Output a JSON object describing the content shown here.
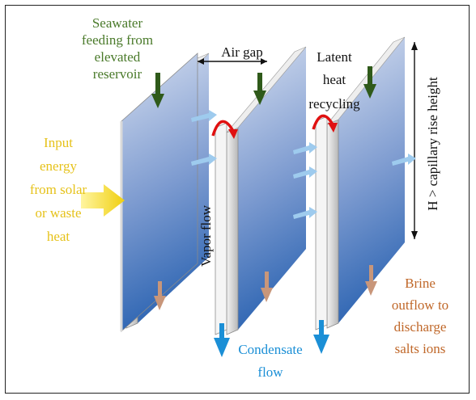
{
  "labels": {
    "seawater": [
      "Seawater",
      "feeding from",
      "elevated",
      "reservoir"
    ],
    "air_gap": "Air gap",
    "latent": [
      "Latent",
      "heat",
      "recycling"
    ],
    "input": [
      "Input",
      "energy",
      "from solar",
      "or waste",
      "heat"
    ],
    "vapor_flow": "Vapor flow",
    "capillary": "H > capillary rise height",
    "brine": [
      "Brine",
      "outflow to",
      "discharge",
      "salts ions"
    ],
    "condensate": [
      "Condensate",
      "flow"
    ]
  },
  "colors": {
    "seawater_text": "#4a7a2a",
    "input_text": "#e6c21a",
    "brine_text": "#c0682a",
    "condensate_text": "#1b8fd6",
    "feed_arrow": "#2f5a1a",
    "drain_arrow": "#c8967a",
    "condensate_arrow": "#1b8fd6",
    "vapor_arrow": "#9ecbee",
    "recycle_arrow": "#e01010",
    "panel_top": "#cdd8ec",
    "panel_bottom": "#2f66b3"
  }
}
